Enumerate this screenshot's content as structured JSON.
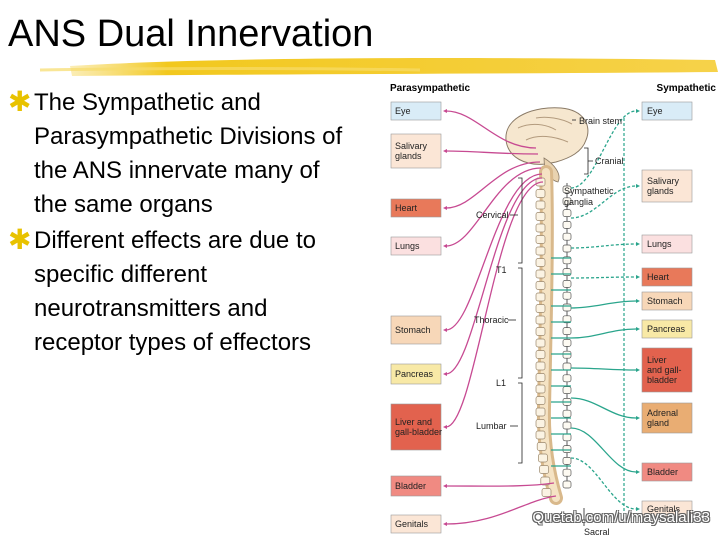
{
  "slide": {
    "title": "ANS Dual Innervation",
    "bullets": [
      "The Sympathetic and Parasympathetic Divisions of the ANS innervate many of the same organs",
      "Different effects are due to specific different neurotransmitters and receptor types of effectors"
    ]
  },
  "figure": {
    "heading_left": "Parasympathetic",
    "heading_right": "Sympathetic",
    "left_organs": [
      "Eye",
      "Salivary glands",
      "Heart",
      "Lungs",
      "Stomach",
      "Pancreas",
      "Liver and gall-bladder",
      "Bladder",
      "Genitals"
    ],
    "right_organs": [
      "Eye",
      "Salivary glands",
      "Lungs",
      "Heart",
      "Stomach",
      "Pancreas",
      "Liver and gall-bladder",
      "Adrenal gland",
      "Bladder",
      "Genitals"
    ],
    "labels": {
      "brain_stem": "Brain stem",
      "cranial": "Cranial",
      "sympathetic_ganglia": "Sympathetic ganglia",
      "cervical": "Cervical",
      "t1": "T1",
      "thoracic": "Thoracic",
      "l1": "L1",
      "lumbar": "Lumbar",
      "sacral": "Sacral"
    }
  },
  "watermark": "Quetab.com/u/maysalali33"
}
